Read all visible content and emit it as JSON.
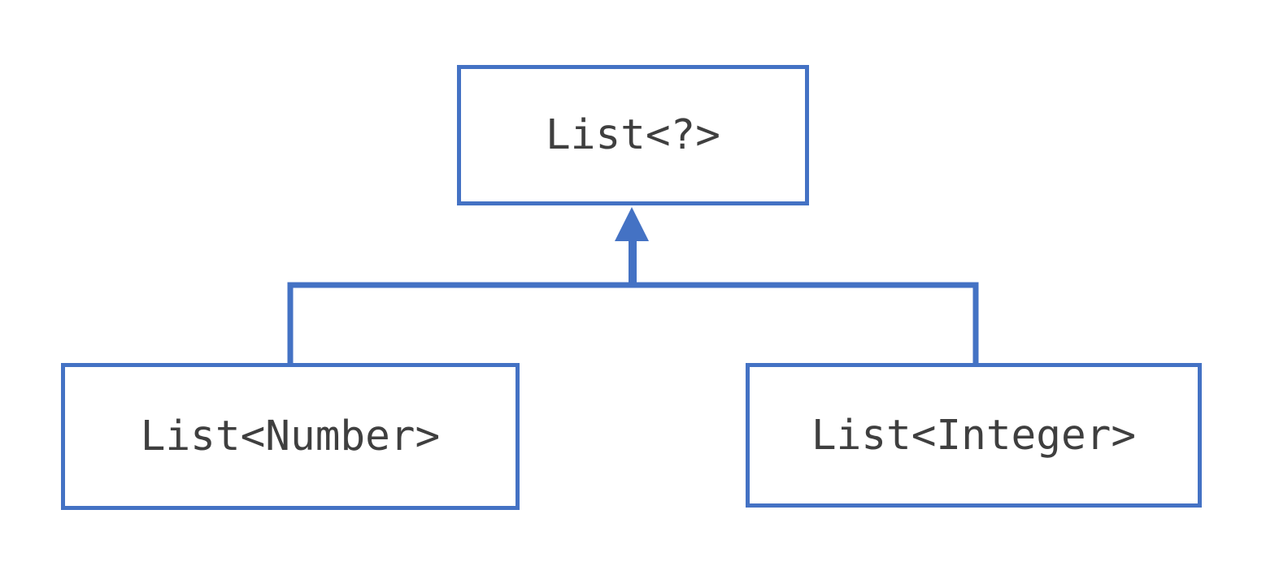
{
  "diagram": {
    "nodes": {
      "parent": {
        "label": "List<?>"
      },
      "left_child": {
        "label": "List<Number>"
      },
      "right_child": {
        "label": "List<Integer>"
      }
    },
    "colors": {
      "line": "#4472c4",
      "text": "#3f3f3f",
      "background": "#ffffff"
    }
  }
}
